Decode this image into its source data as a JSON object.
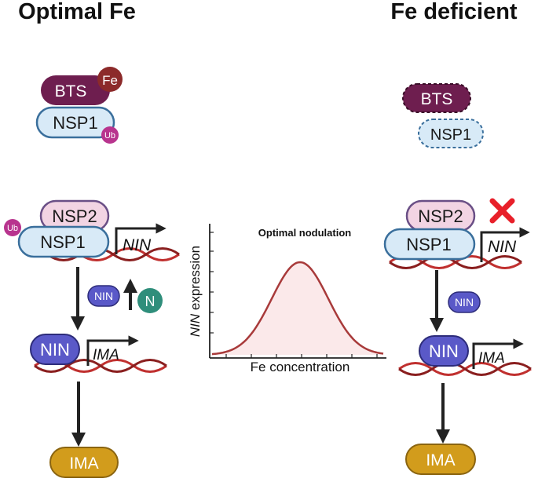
{
  "left_panel": {
    "title": "Optimal Fe",
    "bts": "BTS",
    "fe_badge": "Fe",
    "nsp1_top": "NSP1",
    "ub_top": "Ub",
    "nsp2": "NSP2",
    "nsp1": "NSP1",
    "ub": "Ub",
    "nin_gene": "NIN",
    "nin_small": "NIN",
    "n_badge": "N",
    "nin_protein": "NIN",
    "ima_gene": "IMA",
    "ima_protein": "IMA"
  },
  "right_panel": {
    "title": "Fe deficient",
    "bts": "BTS",
    "nsp1_top": "NSP1",
    "nsp2": "NSP2",
    "nsp1": "NSP1",
    "nin_gene": "NIN",
    "nin_small": "NIN",
    "nin_protein": "NIN",
    "ima_gene": "IMA",
    "ima_protein": "IMA"
  },
  "center_chart": {
    "title": "Optimal nodulation",
    "ylabel_gene": "NIN",
    "ylabel_rest": " expression",
    "xlabel": "Fe concentration"
  },
  "colors": {
    "bts": "#6e1e4f",
    "fe": "#8c2a2a",
    "nsp1_fill": "#d8eaf7",
    "nsp1_stroke": "#3a6f9c",
    "ub": "#b8348e",
    "nsp2_fill": "#f2d4e3",
    "nsp2_stroke": "#6a4f86",
    "nin": "#5a59c8",
    "n": "#2f8e7b",
    "ima": "#d29c1c",
    "dna": "#c0302f",
    "inhibit": "#e8202a",
    "curve": "#a83a3a"
  }
}
